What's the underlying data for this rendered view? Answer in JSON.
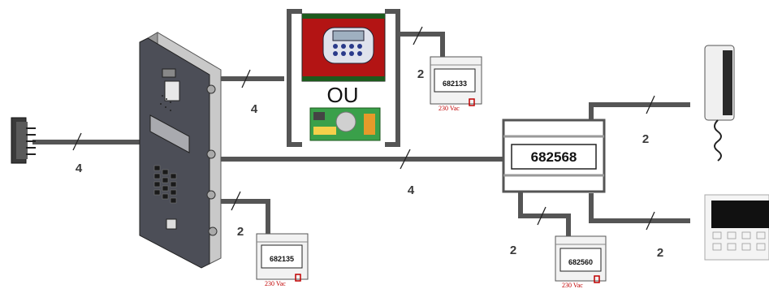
{
  "labels": {
    "keypad_link": "4",
    "panel_to_controller": "4",
    "panel_to_module_a": "2",
    "main_bus": "4",
    "controller_to_module_b": "2",
    "to_handset": "2",
    "hub_to_module_c": "2",
    "to_monitor": "2",
    "alternative": "OU"
  },
  "modules": {
    "a": {
      "code": "682135",
      "voltage": "230 Vac"
    },
    "b": {
      "code": "682133",
      "voltage": "230 Vac"
    },
    "c": {
      "code": "682560",
      "voltage": "230 Vac"
    }
  },
  "hub": {
    "code": "682568"
  },
  "colors": {
    "wire": "#555555",
    "line": "#222222",
    "voltage": "#c00000"
  },
  "icons": [
    "keypad-reader-icon",
    "door-panel-icon",
    "control-unit-icon",
    "circuit-board-icon",
    "power-module-icon",
    "handset-icon",
    "video-monitor-icon"
  ]
}
